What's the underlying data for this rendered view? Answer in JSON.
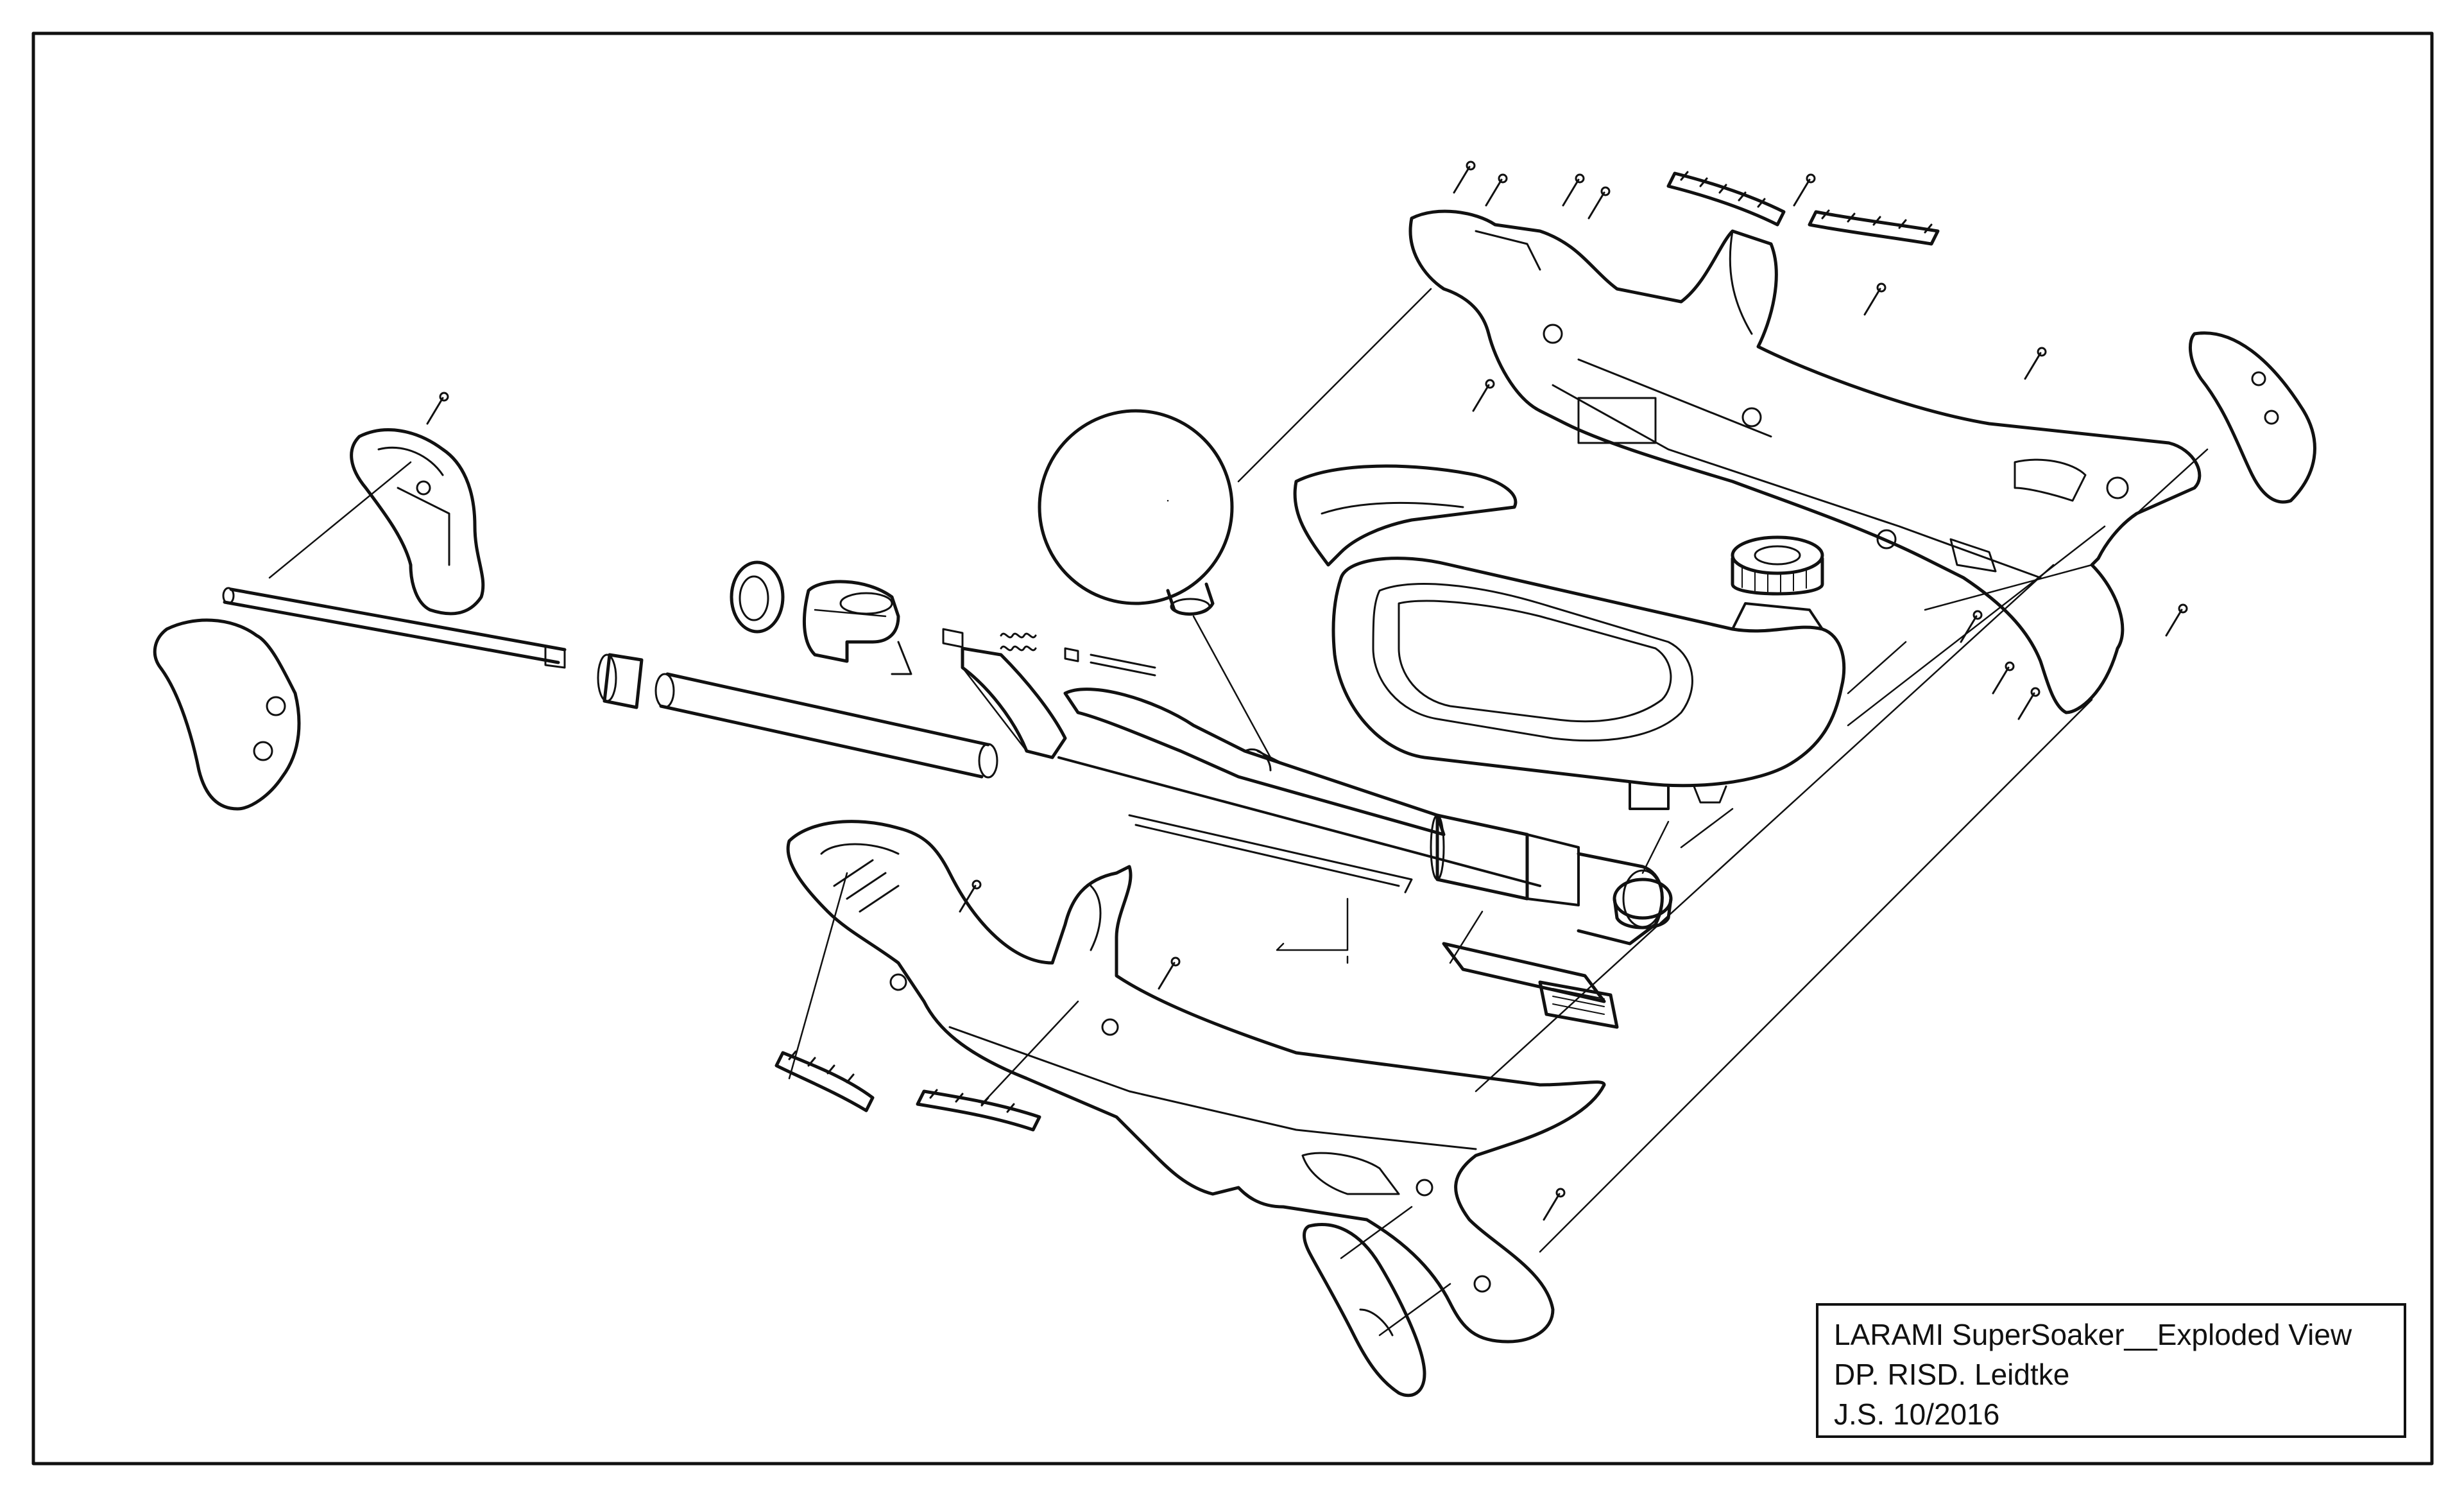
{
  "title_block": {
    "line1": "LARAMI SuperSoaker__Exploded View",
    "line2": "DP. RISD. Leidtke",
    "line3": "J.S. 10/2016"
  },
  "colors": {
    "ink": "#111111",
    "paper": "#ffffff",
    "shade": "#d9d9d9"
  },
  "parts": [
    "upper-housing",
    "lower-housing",
    "water-tank",
    "tank-cap",
    "pressure-chamber",
    "pump-handle",
    "pump-tube",
    "barrel-tube",
    "nozzle-cap",
    "trigger-grip"
  ]
}
